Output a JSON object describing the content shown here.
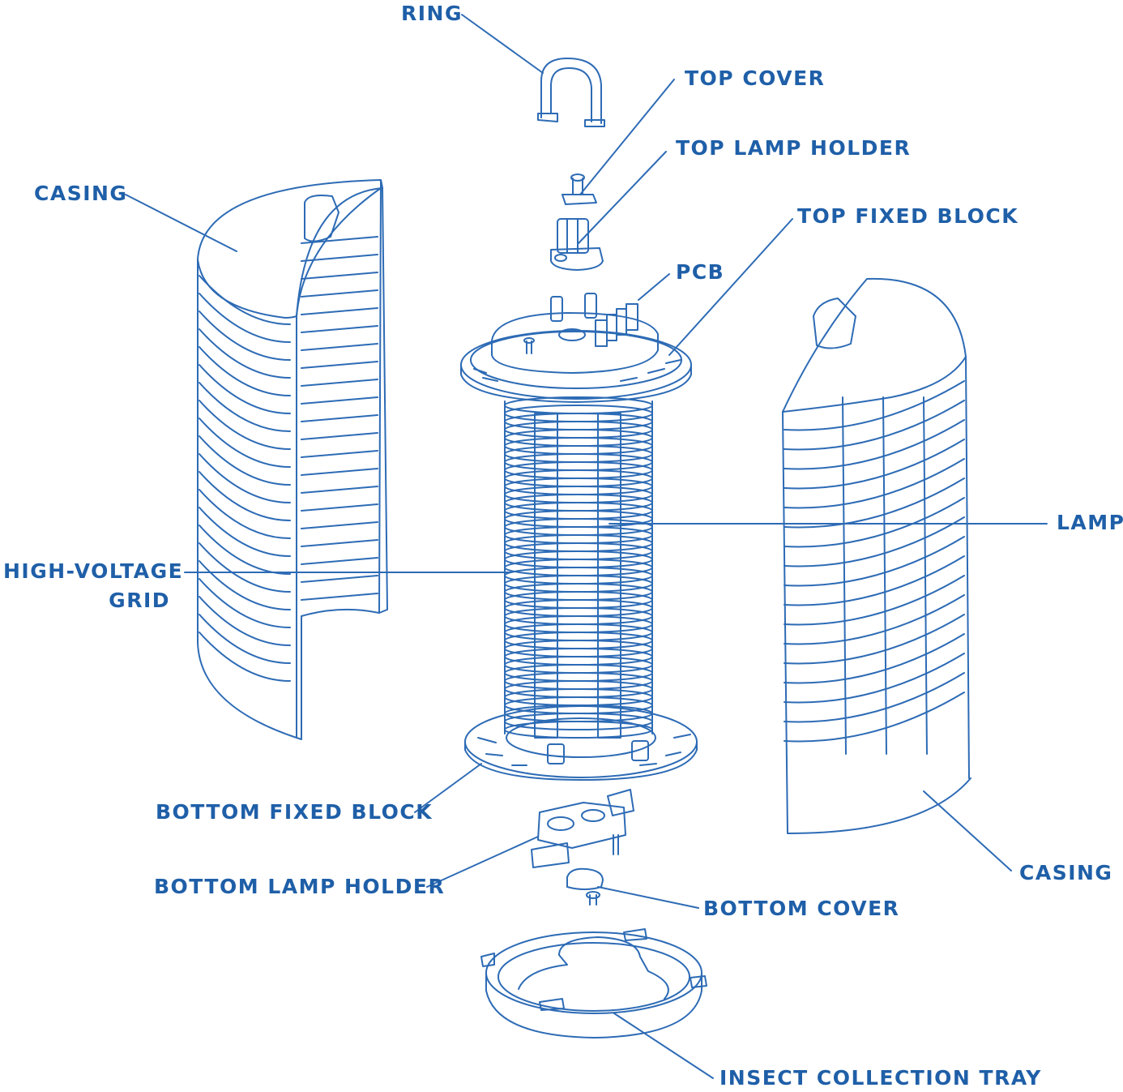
{
  "colors": {
    "line": "#2d6bb5",
    "label": "#1f5fa8",
    "background": "#ffffff"
  },
  "labels": {
    "ring": "RING",
    "top_cover": "TOP COVER",
    "top_lamp_holder": "TOP LAMP HOLDER",
    "casing_left": "CASING",
    "top_fixed_block": "TOP FIXED BLOCK",
    "pcb": "PCB",
    "lamp": "LAMP",
    "high_voltage_grid_line1": "HIGH-VOLTAGE",
    "high_voltage_grid_line2": "GRID",
    "bottom_fixed_block": "BOTTOM FIXED BLOCK",
    "bottom_lamp_holder": "BOTTOM LAMP HOLDER",
    "bottom_cover": "BOTTOM COVER",
    "casing_right": "CASING",
    "insect_collection_tray": "INSECT COLLECTION TRAY"
  }
}
